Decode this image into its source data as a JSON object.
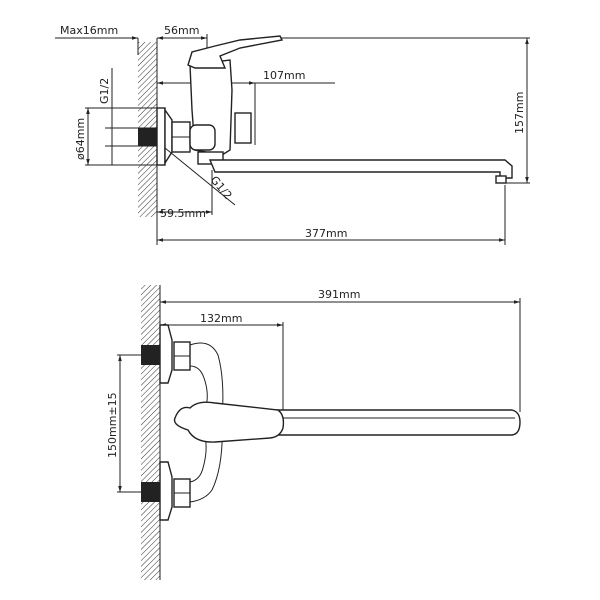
{
  "top_view": {
    "max_wall": "Max16mm",
    "handle_offset": "56mm",
    "body_depth": "107mm",
    "height": "157mm",
    "inlet_thread": "G1/2",
    "escutcheon_dia": "ø64mm",
    "diverter_thread": "G1/2",
    "outlet_offset": "59.5mm",
    "spout_reach": "377mm"
  },
  "front_view": {
    "total_reach": "391mm",
    "handle_reach": "132mm",
    "center_distance": "150mm±15"
  },
  "colors": {
    "line": "#222222",
    "background": "#ffffff"
  }
}
